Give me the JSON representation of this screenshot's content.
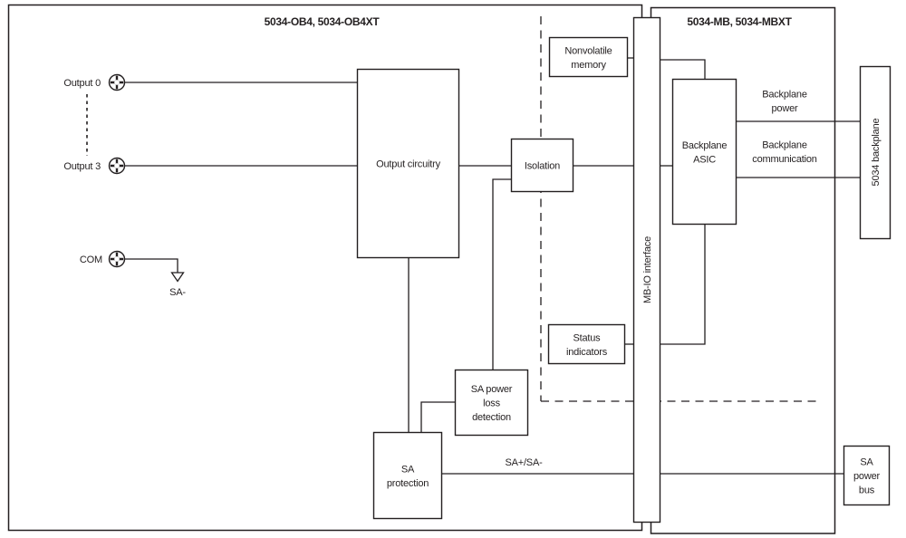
{
  "titles": {
    "left_module": "5034-OB4, 5034-OB4XT",
    "right_module": "5034-MB, 5034-MBXT"
  },
  "terminals": {
    "output_0": "Output 0",
    "output_3": "Output 3",
    "com": "COM"
  },
  "blocks": {
    "output_circuitry": "Output circuitry",
    "isolation": "Isolation",
    "nonvolatile_memory": {
      "l1": "Nonvolatile",
      "l2": "memory"
    },
    "backplane_asic": {
      "l1": "Backplane",
      "l2": "ASIC"
    },
    "status_indicators": {
      "l1": "Status",
      "l2": "indicators"
    },
    "sa_power_loss_detection": {
      "l1": "SA power",
      "l2": "loss",
      "l3": "detection"
    },
    "sa_protection": {
      "l1": "SA",
      "l2": "protection"
    },
    "mb_io_interface": "MB-IO interface",
    "backplane_5034": "5034 backplane",
    "sa_power_bus": {
      "l1": "SA",
      "l2": "power",
      "l3": "bus"
    }
  },
  "wire_labels": {
    "sa_minus": "SA-",
    "sa_plus_minus": "SA+/SA-",
    "backplane_power": {
      "l1": "Backplane",
      "l2": "power"
    },
    "backplane_communication": {
      "l1": "Backplane",
      "l2": "communication"
    }
  },
  "colors": {
    "line": "#231f20",
    "background": "#ffffff"
  }
}
